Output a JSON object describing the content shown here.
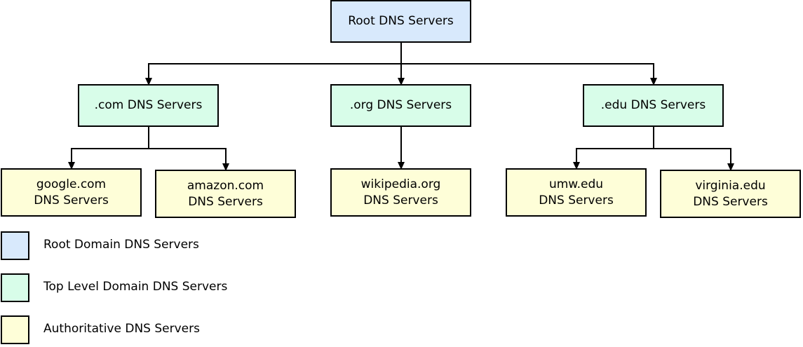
{
  "colors": {
    "root": "#d8e9fc",
    "tld": "#d8fde9",
    "authoritative": "#fefed8",
    "stroke": "#000000"
  },
  "nodes": {
    "root": {
      "label": "Root DNS Servers"
    },
    "com": {
      "label": ".com DNS Servers"
    },
    "org": {
      "label": ".org DNS Servers"
    },
    "edu": {
      "label": ".edu DNS Servers"
    },
    "google": {
      "line1": "google.com",
      "line2": "DNS Servers"
    },
    "amazon": {
      "line1": "amazon.com",
      "line2": "DNS Servers"
    },
    "wikipedia": {
      "line1": "wikipedia.org",
      "line2": "DNS Servers"
    },
    "umw": {
      "line1": "umw.edu",
      "line2": "DNS Servers"
    },
    "virginia": {
      "line1": "virginia.edu",
      "line2": "DNS Servers"
    }
  },
  "edges": [
    {
      "from": "root",
      "to": "com"
    },
    {
      "from": "root",
      "to": "org"
    },
    {
      "from": "root",
      "to": "edu"
    },
    {
      "from": "com",
      "to": "google"
    },
    {
      "from": "com",
      "to": "amazon"
    },
    {
      "from": "org",
      "to": "wikipedia"
    },
    {
      "from": "edu",
      "to": "umw"
    },
    {
      "from": "edu",
      "to": "virginia"
    }
  ],
  "legend": {
    "root": "Root Domain DNS Servers",
    "tld": "Top Level Domain DNS Servers",
    "authoritative": "Authoritative DNS Servers"
  }
}
